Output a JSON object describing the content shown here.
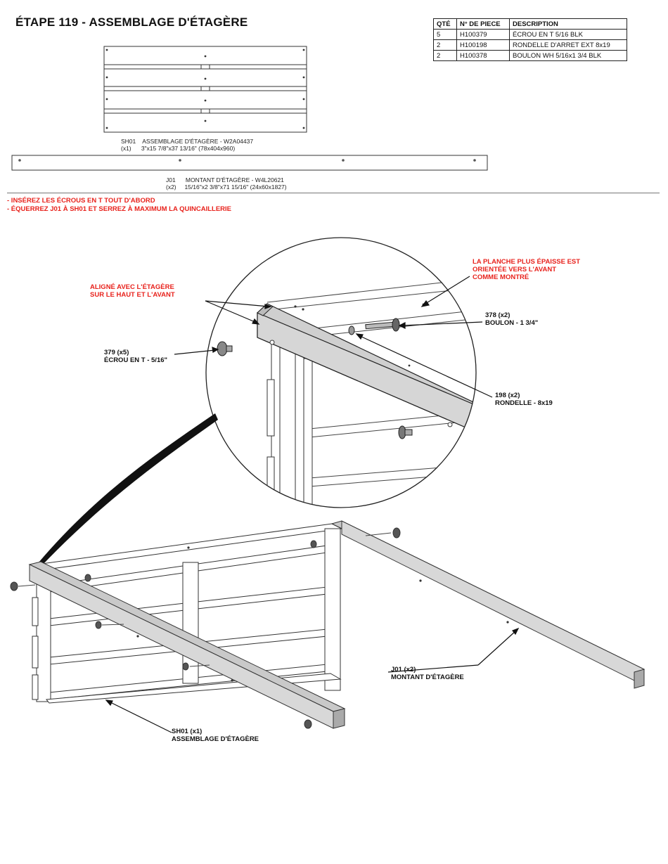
{
  "title": "ÉTAPE 119 - ASSEMBLAGE D'ÉTAGÈRE",
  "parts_table": {
    "headers": [
      "QTÉ",
      "N° DE PIECE",
      "DESCRIPTION"
    ],
    "rows": [
      [
        "5",
        "H100379",
        "ÉCROU EN T 5/16 BLK"
      ],
      [
        "2",
        "H100198",
        "RONDELLE D'ARRET EXT 8x19"
      ],
      [
        "2",
        "H100378",
        "BOULON WH 5/16x1 3/4 BLK"
      ]
    ]
  },
  "component_sh01": {
    "code": "SH01",
    "qty": "(x1)",
    "name": "ASSEMBLAGE D'ÉTAGÈRE - W2A04437",
    "dims": "3\"x15 7/8\"x37 13/16\" (78x404x960)"
  },
  "component_j01": {
    "code": "J01",
    "qty": "(x2)",
    "name": "MONTANT D'ÉTAGÈRE - W4L20621",
    "dims": "15/16\"x2 3/8\"x71 15/16\" (24x60x1827)"
  },
  "notes": [
    "- INSÉREZ LES ÉCROUS EN T TOUT D'ABORD",
    "- ÉQUERREZ J01 À SH01 ET SERREZ À MAXIMUM LA QUINCAILLERIE"
  ],
  "callouts": {
    "thick_board": "LA PLANCHE PLUS ÉPAISSE EST\nORIENTÉE VERS L'AVANT\nCOMME MONTRÉ",
    "aligned": "ALIGNÉ AVEC L'ÉTAGÈRE\nSUR LE HAUT ET L'AVANT",
    "bolt": "378 (x2)\nBOULON - 1 3/4\"",
    "tnut": "379 (x5)\nÉCROU EN T - 5/16\"",
    "washer": "198 (x2)\nRONDELLE - 8x19",
    "j01": "J01 (x2)\nMONTANT D'ÉTAGÈRE",
    "sh01": "SH01 (x1)\nASSEMBLAGE D'ÉTAGÈRE"
  }
}
